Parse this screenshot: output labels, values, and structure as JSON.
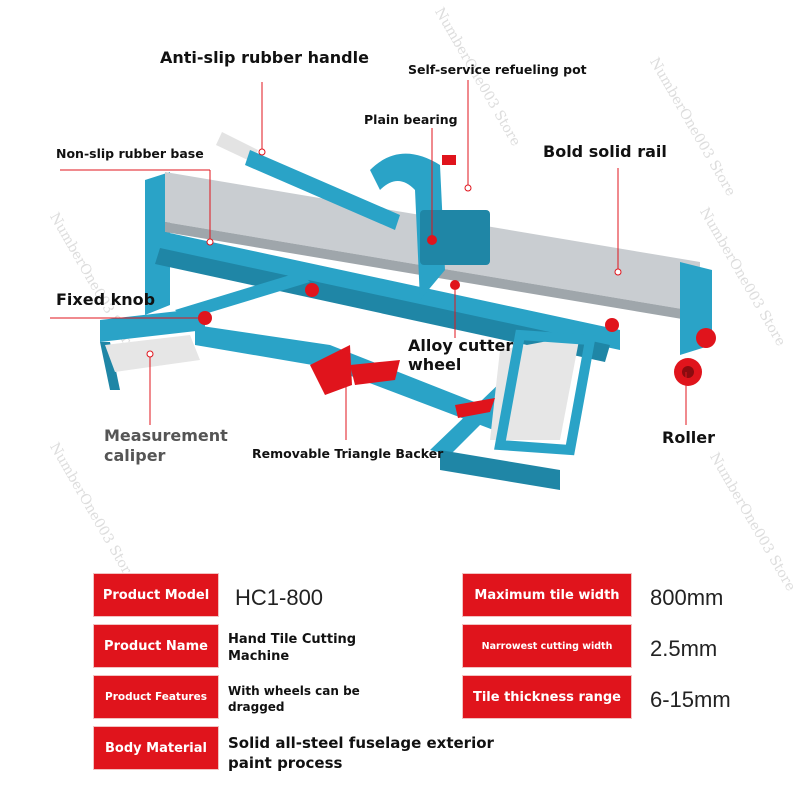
{
  "callouts": {
    "handle": "Anti-slip rubber handle",
    "refuel": "Self-service refueling pot",
    "bearing": "Plain bearing",
    "base": "Non-slip rubber base",
    "rail": "Bold solid rail",
    "knob": "Fixed knob",
    "wheel_line1": "Alloy cutter",
    "wheel_line2": "wheel",
    "caliper_line1": "Measurement",
    "caliper_line2": "caliper",
    "backer": "Removable Triangle Backer",
    "roller": "Roller"
  },
  "specs": {
    "left": [
      {
        "label": "Product Model",
        "value": "HC1-800"
      },
      {
        "label": "Product Name",
        "value": "Hand Tile Cutting Machine"
      },
      {
        "label": "Product Features",
        "value": "With wheels can be dragged"
      },
      {
        "label": "Body Material",
        "value": "Solid all-steel fuselage exterior paint process"
      }
    ],
    "right": [
      {
        "label": "Maximum tile width",
        "value": "800mm"
      },
      {
        "label": "Narrowest cutting width",
        "value": "2.5mm"
      },
      {
        "label": "Tile thickness range",
        "value": "6-15mm"
      }
    ]
  },
  "watermark": "NumberOne003 Store",
  "colors": {
    "frame": "#2aa3c7",
    "accent": "#e0141c",
    "rail": "#c9cdd1"
  }
}
